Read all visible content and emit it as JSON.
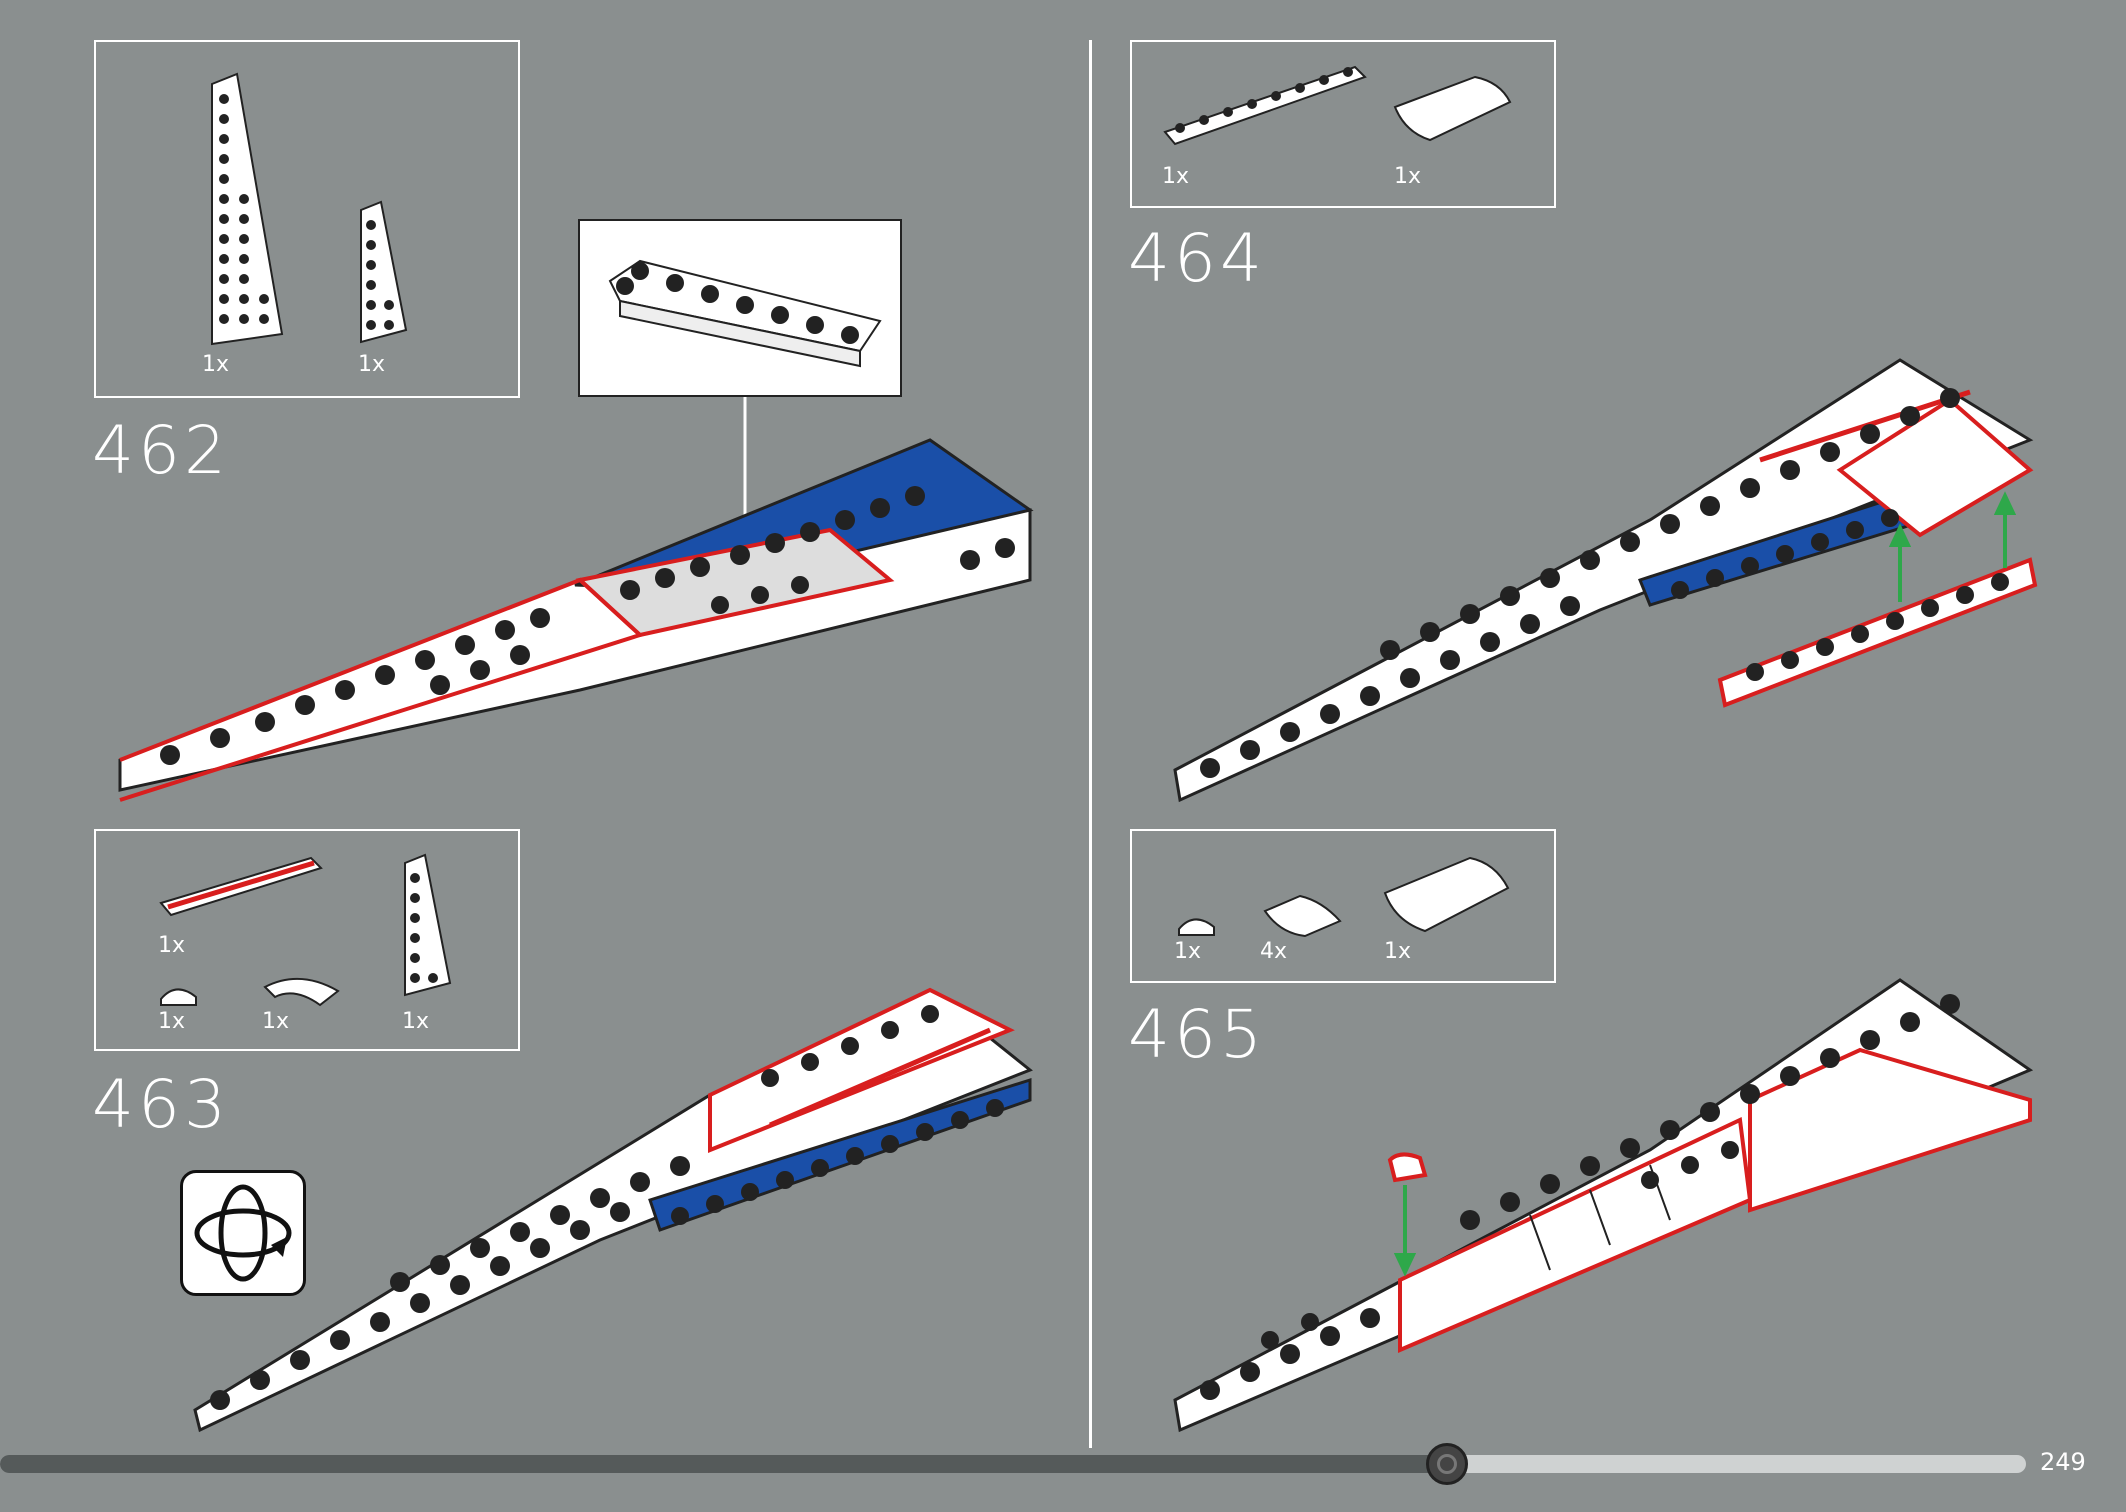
{
  "page_number": "249",
  "progress_fraction": 0.68,
  "colors": {
    "background": "#8a8f8f",
    "white": "#ffffff",
    "red": "#d81e1e",
    "blue": "#1a4fa8",
    "outline": "#222222",
    "arrow": "#2ea84a"
  },
  "steps": [
    {
      "number": "462",
      "parts": [
        {
          "qty": "1x",
          "piece": "wedge-plate-large"
        },
        {
          "qty": "1x",
          "piece": "wedge-plate-small"
        }
      ]
    },
    {
      "number": "463",
      "parts": [
        {
          "qty": "1x",
          "piece": "tile-red-stripe"
        },
        {
          "qty": "1x",
          "piece": "slope-corner-small"
        },
        {
          "qty": "1x",
          "piece": "tile-quarter-round"
        },
        {
          "qty": "1x",
          "piece": "wedge-plate"
        }
      ]
    },
    {
      "number": "464",
      "parts": [
        {
          "qty": "1x",
          "piece": "plate-1x8"
        },
        {
          "qty": "1x",
          "piece": "curved-slope"
        }
      ]
    },
    {
      "number": "465",
      "parts": [
        {
          "qty": "1x",
          "piece": "slope-corner-small"
        },
        {
          "qty": "4x",
          "piece": "curved-slope-small"
        },
        {
          "qty": "1x",
          "piece": "curved-slope-large"
        }
      ]
    }
  ]
}
